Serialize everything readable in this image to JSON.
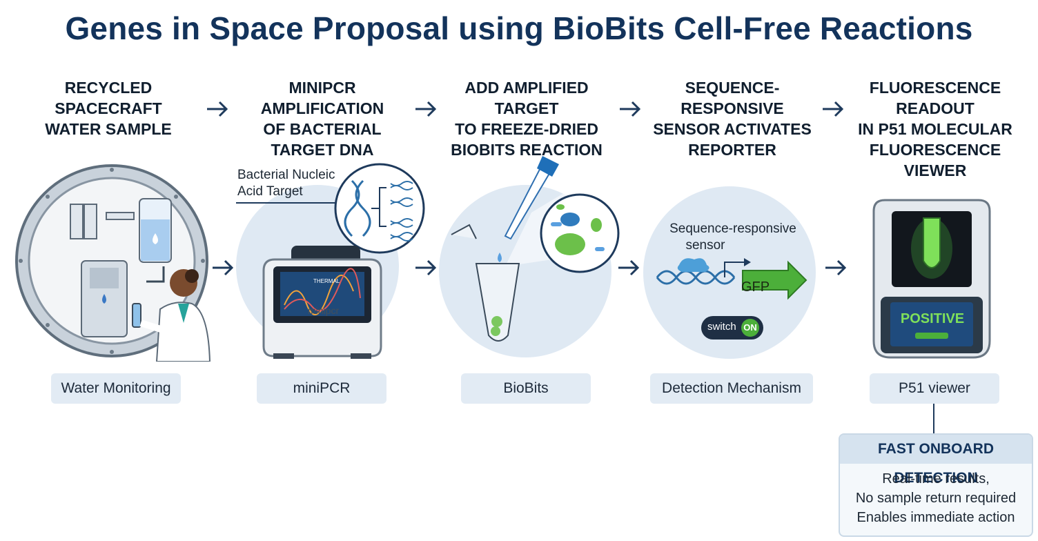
{
  "title": "Genes in Space Proposal using BioBits Cell-Free Reactions",
  "steps": [
    {
      "head": [
        "RECYCLED SPACECRAFT",
        "WATER SAMPLE"
      ],
      "badge": "Water Monitoring"
    },
    {
      "head": [
        "MINIPCR AMPLIFICATION",
        "OF BACTERIAL",
        "TARGET DNA"
      ],
      "badge": "miniPCR"
    },
    {
      "head": [
        "ADD AMPLIFIED TARGET",
        "TO FREEZE-DRIED",
        "BIOBITS REACTION"
      ],
      "badge": "BioBits"
    },
    {
      "head": [
        "SEQUENCE-RESPONSIVE",
        "SENSOR ACTIVATES",
        "REPORTER"
      ],
      "badge": "Detection Mechanism"
    },
    {
      "head": [
        "FLUORESCENCE READOUT",
        "IN P51 MOLECULAR",
        "FLUORESCENCE VIEWER"
      ],
      "badge": "P51 viewer"
    }
  ],
  "labels": {
    "nucleic_target": [
      "Bacterial Nucleic",
      "Acid Target"
    ],
    "pcr_screen": "THERMAL",
    "pcr_brand": "minipcr",
    "sensor": [
      "Sequence-responsive",
      "sensor"
    ],
    "gfp": "GFP",
    "switch": "switch",
    "switch_state": "ON",
    "positive": "POSITIVE"
  },
  "fast": {
    "head": "FAST ONBOARD DETECTION",
    "lines": [
      "Real-time results,",
      "No sample return required",
      "Enables immediate action"
    ]
  },
  "colors": {
    "title": "#13335b",
    "circle": "#dfe9f3",
    "green": "#4caf3a",
    "navy": "#1e3a5c"
  }
}
